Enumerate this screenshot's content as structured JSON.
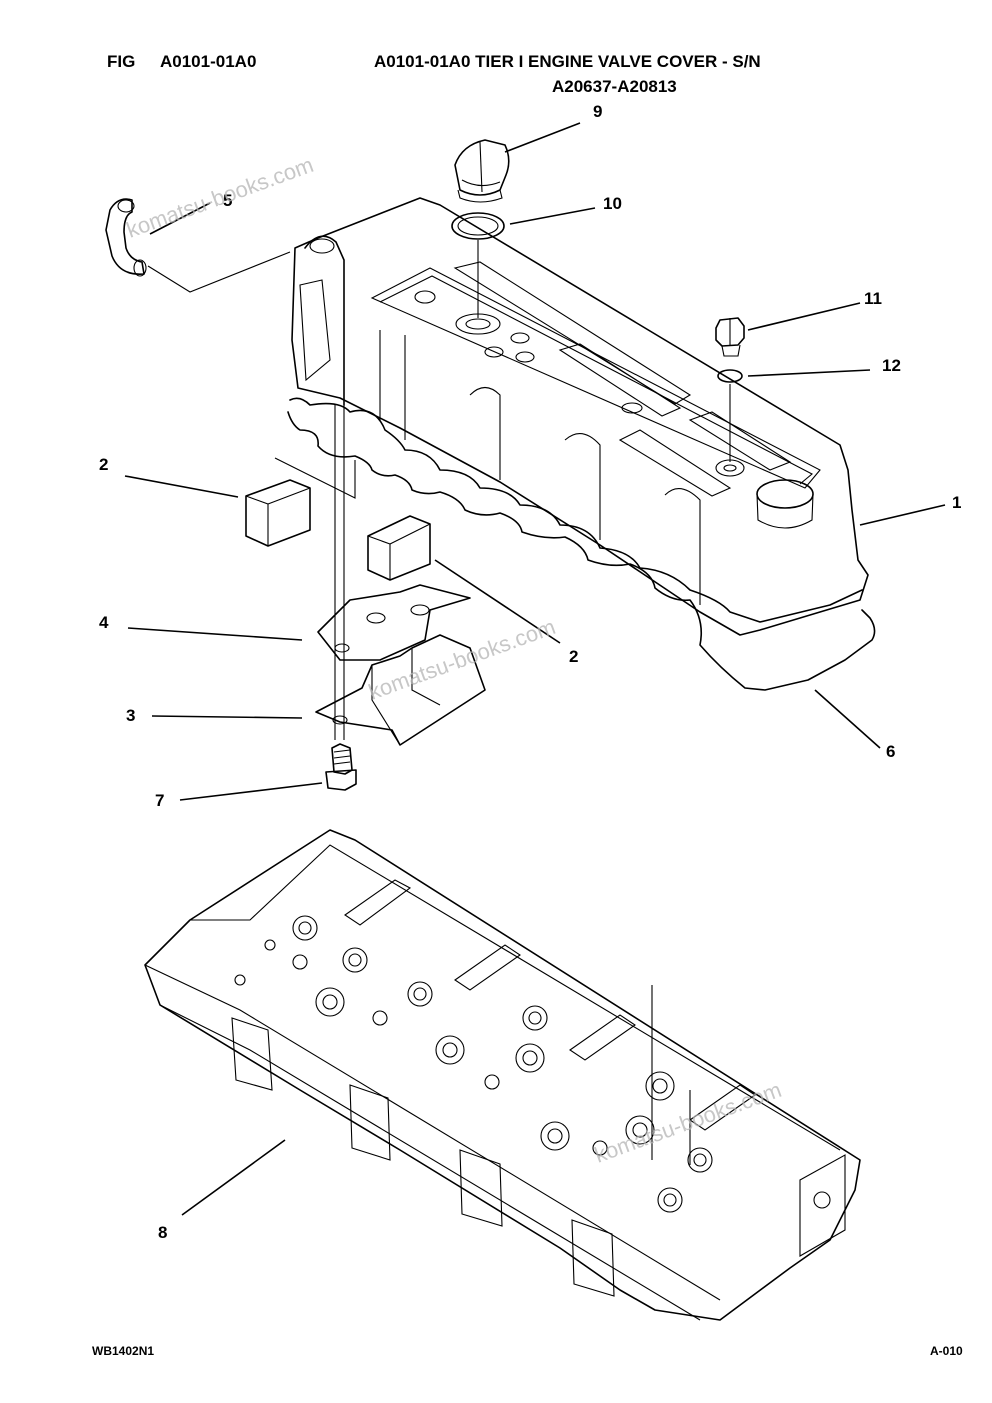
{
  "header": {
    "fig_label": "FIG",
    "fig_code": "A0101-01A0",
    "title_line1": "A0101-01A0 TIER  I ENGINE VALVE COVER - S/N",
    "title_line2": "A20637-A20813"
  },
  "callouts": {
    "c1": "1",
    "c2a": "2",
    "c2b": "2",
    "c3": "3",
    "c4": "4",
    "c5": "5",
    "c6": "6",
    "c7": "7",
    "c8": "8",
    "c9": "9",
    "c10": "10",
    "c11": "11",
    "c12": "12"
  },
  "watermark": "komatsu-books.com",
  "footer": {
    "left": "WB1402N1",
    "right": "A-010"
  }
}
